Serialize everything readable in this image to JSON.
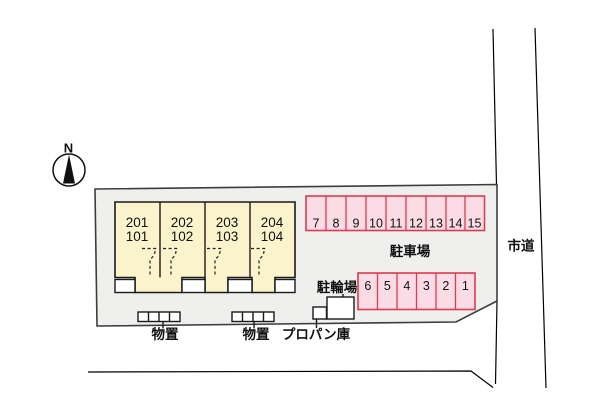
{
  "compass": {
    "north_label": "N"
  },
  "road": {
    "label": "市道"
  },
  "building": {
    "units": [
      {
        "upper": "201",
        "lower": "101"
      },
      {
        "upper": "202",
        "lower": "102"
      },
      {
        "upper": "203",
        "lower": "103"
      },
      {
        "upper": "204",
        "lower": "104"
      }
    ]
  },
  "parking": {
    "label": "駐車場",
    "top_row": [
      "7",
      "8",
      "9",
      "10",
      "11",
      "12",
      "13",
      "14",
      "15"
    ],
    "bottom_row": [
      "6",
      "5",
      "4",
      "3",
      "2",
      "1"
    ]
  },
  "bicycle": {
    "label": "駐輪場"
  },
  "storage": {
    "shed1_label": "物置",
    "shed2_label": "物置"
  },
  "propane": {
    "label": "プロパン庫"
  },
  "colors": {
    "parcel_fill": "#efefee",
    "parcel_stroke": "#3d3d3d",
    "unit_fill": "#faf3cc",
    "unit_stroke": "#1a1a1a",
    "parking_fill": "#fbdce6",
    "parking_stroke": "#e23b4e"
  }
}
